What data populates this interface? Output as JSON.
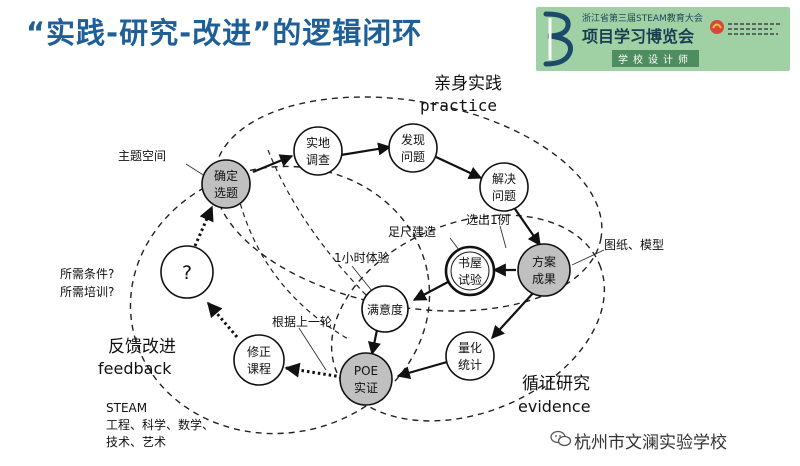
{
  "title": "“实践-研究-改进”的逻辑闭环",
  "banner": {
    "line1": "浙江省第三届STEAM教育大会",
    "line2": "项目学习博览会",
    "line3": "学校设计师"
  },
  "loops": {
    "practice": {
      "cn": "亲身实践",
      "en": "practice"
    },
    "feedback": {
      "cn": "反馈改进",
      "en": "feedback"
    },
    "evidence": {
      "cn": "循证研究",
      "en": "evidence"
    }
  },
  "nodes": {
    "topic": {
      "l1": "确定",
      "l2": "选题"
    },
    "survey": {
      "l1": "实地",
      "l2": "调查"
    },
    "discover": {
      "l1": "发现",
      "l2": "问题"
    },
    "solve": {
      "l1": "解决",
      "l2": "问题"
    },
    "plan": {
      "l1": "方案",
      "l2": "成果"
    },
    "bookstore": {
      "l1": "书屋",
      "l2": "试验"
    },
    "satisfaction": {
      "l1": "满意度"
    },
    "quantify": {
      "l1": "量化",
      "l2": "统计"
    },
    "poe": {
      "l1": "POE",
      "l2": "实证"
    },
    "revise": {
      "l1": "修正",
      "l2": "课程"
    },
    "question": {
      "l1": "?"
    }
  },
  "annotations": {
    "theme_space": "主题空间",
    "drawings": "图纸、模型",
    "pick_one": "选出1例",
    "full_scale": "足尺建造",
    "one_hour": "1小时体验",
    "prev_round": "根据上一轮",
    "needs1": "所需条件?",
    "needs2": "所需培训?",
    "steam1": "STEAM",
    "steam2": "工程、科学、数学、",
    "steam3": "技术、艺术"
  },
  "watermark": "杭州市文澜实验学校"
}
